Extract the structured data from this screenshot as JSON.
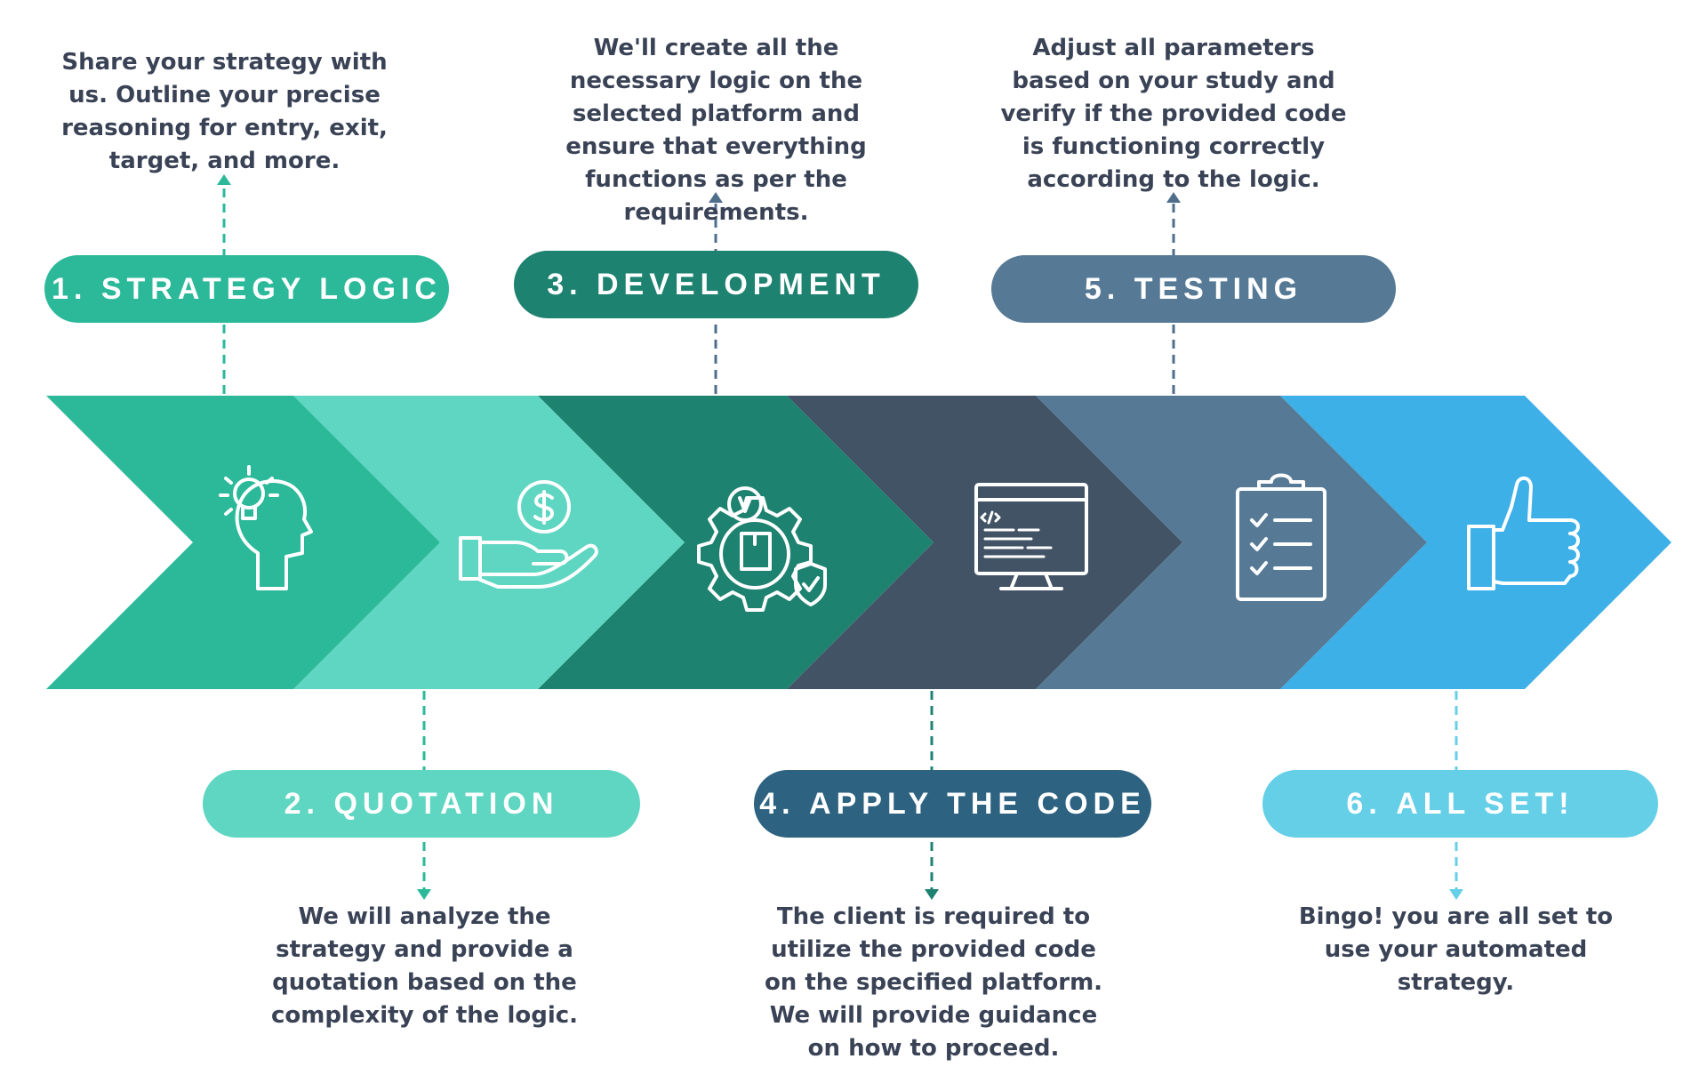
{
  "steps": [
    {
      "number": "1.",
      "title": "STRATEGY LOGIC",
      "color": "#2bb99a",
      "icon": "idea-head-icon",
      "description": "Share your strategy with us. Outline your precise reasoning for entry, exit, target, and more."
    },
    {
      "number": "2.",
      "title": "QUOTATION",
      "color": "#5fd6c1",
      "icon": "money-hand-icon",
      "description": "We will analyze the strategy and provide a quotation based on the complexity of the logic."
    },
    {
      "number": "3.",
      "title": "DEVELOPMENT",
      "color": "#1e8270",
      "icon": "gear-development-icon",
      "description": "We'll create all the necessary logic on the selected platform and ensure that everything functions as per the requirements."
    },
    {
      "number": "4.",
      "title": "APPLY THE CODE",
      "color": "#2d6280",
      "icon": "code-monitor-icon",
      "description": "The client is required to utilize the provided code on the specified platform. We will provide guidance on how to proceed."
    },
    {
      "number": "5.",
      "title": "TESTING",
      "color": "#567a96",
      "icon": "checklist-clipboard-icon",
      "description": "Adjust all parameters based on your study and verify if the provided code is functioning correctly according to the logic."
    },
    {
      "number": "6.",
      "title": "ALL SET!",
      "color": "#64cfe7",
      "icon": "thumbs-up-icon",
      "description": "Bingo! you are all set to use your automated strategy."
    }
  ],
  "chevron_colors": [
    "#2bb99a",
    "#5fd6c1",
    "#1e8270",
    "#435366",
    "#567a96",
    "#3db0e8"
  ]
}
